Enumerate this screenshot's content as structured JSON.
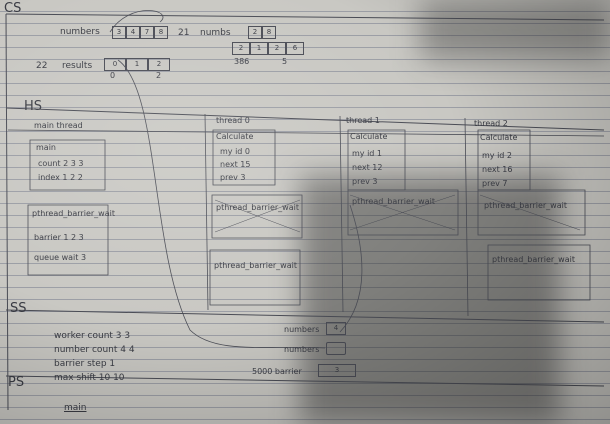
{
  "sections": {
    "cs": "CS",
    "hs": "HS",
    "ss": "SS",
    "ps": "PS"
  },
  "code_segment": {
    "numbers_label": "numbers",
    "numbers_values": [
      "3",
      "4",
      "7",
      "8"
    ],
    "idx21": "21",
    "numbs_label": "numbs",
    "numbs_values": [
      "2",
      "8"
    ],
    "idx22": "22",
    "rarray_label": "results",
    "rarray_cells": [
      "0",
      "1",
      "2"
    ],
    "rarray_sub": [
      "0",
      "2"
    ],
    "row2_values": [
      "2",
      "1",
      "2",
      "6"
    ],
    "row2_sub_left": "386",
    "row2_sub_right": "5"
  },
  "heap": {
    "main_thread_label": "main thread",
    "main_box_title": "main",
    "main_lines": [
      "count 2 3 3",
      "index 1 2 2"
    ],
    "barrier_box_title": "pthread_barrier_wait",
    "barrier_lines": [
      "barrier 1 2 3",
      "queue wait 3"
    ],
    "threads": [
      {
        "label": "thread 0",
        "box_title": "Calculate",
        "lines": [
          "my id 0",
          "next 15",
          "prev 3"
        ],
        "barrier": "pthread_barrier_wait",
        "barrier2": "pthread_barrier_wait"
      },
      {
        "label": "thread 1",
        "box_title": "Calculate",
        "lines": [
          "my id 1",
          "next 12",
          "prev 3"
        ],
        "barrier": "pthread_barrier_wait"
      },
      {
        "label": "thread 2",
        "box_title": "Calculate",
        "lines": [
          "my id 2",
          "next 16",
          "prev 7"
        ],
        "barrier": "pthread_barrier_wait",
        "barrier2": "pthread_barrier_wait"
      }
    ]
  },
  "stack_segment": {
    "left_lines": [
      "worker count 3 3",
      "number count 4 4",
      "barrier step 1",
      "max shift 10 10"
    ],
    "numbers_label": "numbers",
    "numbers_value": "4",
    "numbers2_label": "numbers",
    "barrier_label": "5000 barrier",
    "barrier_value": "3"
  },
  "program_segment": {
    "label": "main"
  }
}
